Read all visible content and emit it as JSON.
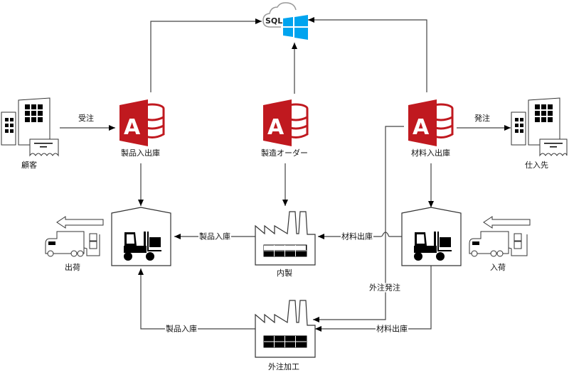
{
  "diagram": {
    "title": "",
    "colors": {
      "access_red": "#c0191f",
      "windows_blue": "#00a4ef",
      "line": "#333333",
      "icon": "#000000"
    },
    "nodes": {
      "sql_server": {
        "label": "SQL",
        "icon": "sql-cloud-windows-icon"
      },
      "customer": {
        "label": "顧客",
        "icon": "office-building-icon"
      },
      "supplier": {
        "label": "仕入先",
        "icon": "office-building-icon"
      },
      "product_db": {
        "label": "製品入出庫",
        "icon": "access-database-icon"
      },
      "order_db": {
        "label": "製造オーダー",
        "icon": "access-database-icon"
      },
      "material_db": {
        "label": "材料入出庫",
        "icon": "access-database-icon"
      },
      "product_warehouse": {
        "label": "",
        "icon": "warehouse-forklift-icon"
      },
      "material_warehouse": {
        "label": "",
        "icon": "warehouse-forklift-icon"
      },
      "inhouse_factory": {
        "label": "内製",
        "icon": "factory-icon"
      },
      "outsource_factory": {
        "label": "外注加工",
        "icon": "factory-icon"
      },
      "shipping": {
        "label": "出荷",
        "icon": "truck-shipping-icon"
      },
      "receiving": {
        "label": "入荷",
        "icon": "truck-receiving-icon"
      }
    },
    "edges": {
      "customer_to_product_db": "受注",
      "material_db_to_supplier": "発注",
      "inhouse_to_product_wh": "製品入庫",
      "material_wh_to_inhouse": "材料出庫",
      "material_db_to_outsource": "外注発注",
      "outsource_to_product_wh": "製品入庫",
      "material_wh_to_outsource": "材料出庫"
    }
  }
}
